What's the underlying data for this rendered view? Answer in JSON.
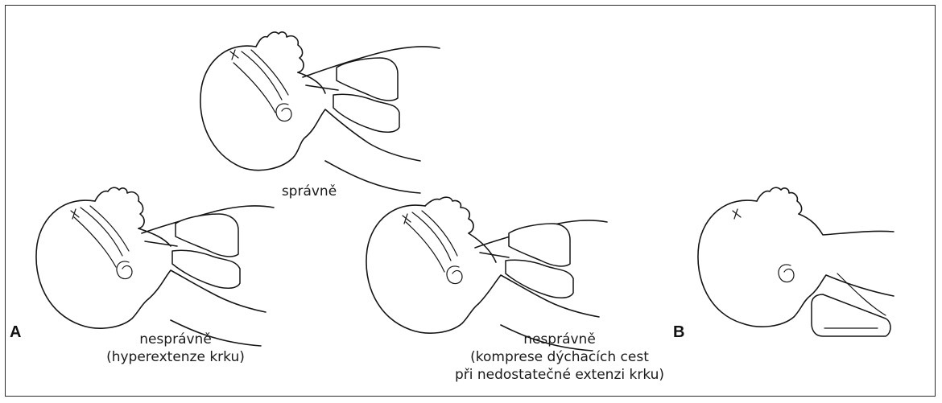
{
  "figure": {
    "panel_letters": {
      "a": "A",
      "b": "B"
    },
    "captions": {
      "correct": "správně",
      "hyperextension_line1": "nesprávně",
      "hyperextension_line2": "(hyperextenze krku)",
      "compression_line1": "nesprávně",
      "compression_line2": "(komprese dýchacích cest",
      "compression_line3": "při nedostatečné extenzi krku)"
    }
  }
}
